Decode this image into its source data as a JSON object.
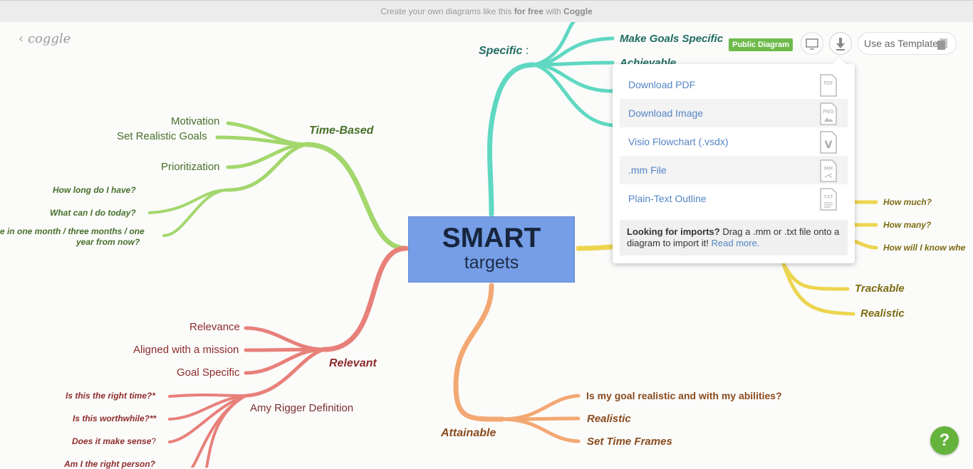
{
  "banner": {
    "text": "Create your own diagrams like this",
    "for_free": "for free",
    "with": "with",
    "brand": "Coggle"
  },
  "header": {
    "back_label": "coggle",
    "badge": "Public Diagram",
    "template_button": "Use as Template"
  },
  "center": {
    "title": "SMART",
    "subtitle": "targets"
  },
  "branches": {
    "time_based": {
      "label": "Time-Based",
      "color": "#9fd86b",
      "children": [
        "Motivation",
        "Set Realistic Goals",
        "Prioritization",
        "How long do I have?",
        "What can I do today?",
        "e in one month / three months / one",
        "year from now?"
      ]
    },
    "relevant": {
      "label": "Relevant",
      "color": "#e8807a",
      "children": [
        "Relevance",
        "Aligned with a mission",
        "Goal Specific",
        "Amy Rigger Definition"
      ],
      "sub_children": [
        "Is this the right time?*",
        "Is this worthwhile?**",
        "Does it make sense",
        "?",
        "Am I the right person?"
      ]
    },
    "attainable": {
      "label": "Attainable",
      "color": "#f3a873",
      "children": [
        "Is my goal realistic and with my abilities?",
        "Realistic",
        "Set Time Frames"
      ]
    },
    "specific": {
      "label": "Specific",
      "suffix": ":",
      "color": "#5fd8c2",
      "children": [
        "Make Goals Specific",
        "Achievable"
      ]
    },
    "measurable": {
      "color": "#ecd54f",
      "children": [
        "How much?",
        "How many?",
        "How will I know whe",
        "Trackable",
        "Realistic"
      ]
    }
  },
  "download_menu": {
    "items": [
      {
        "label": "Download PDF",
        "icon": "pdf-file-icon",
        "tag": "PDF"
      },
      {
        "label": "Download Image",
        "icon": "png-file-icon",
        "tag": "PNG"
      },
      {
        "label": "Visio Flowchart (.vsdx)",
        "icon": "visio-file-icon",
        "tag": "V"
      },
      {
        "label": ".mm File",
        "icon": "mm-file-icon",
        "tag": "MM"
      },
      {
        "label": "Plain-Text Outline",
        "icon": "txt-file-icon",
        "tag": "TXT"
      }
    ],
    "note_bold": "Looking for imports?",
    "note_text": "Drag a .mm or .txt file onto a diagram to import it!",
    "note_link": "Read more."
  },
  "help": {
    "label": "?"
  }
}
